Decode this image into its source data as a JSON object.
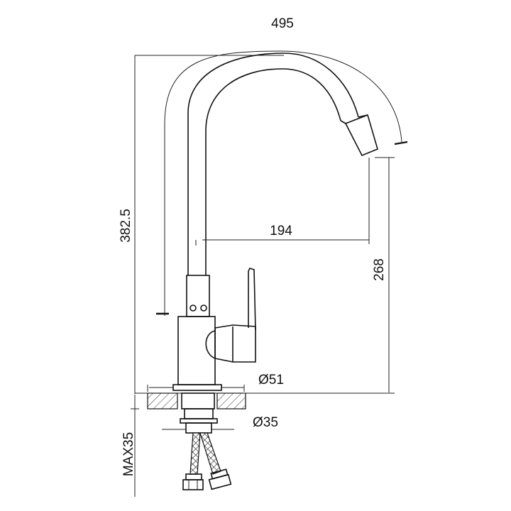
{
  "dimensions": {
    "total_reach": "495",
    "spout_reach": "194",
    "total_height": "382.5",
    "spout_height": "268",
    "base_diameter": "Ø51",
    "shank_diameter": "Ø35",
    "max_counter_thickness": "MAX35"
  },
  "colors": {
    "line": "#111111",
    "hatch": "#333333",
    "background": "#ffffff"
  }
}
